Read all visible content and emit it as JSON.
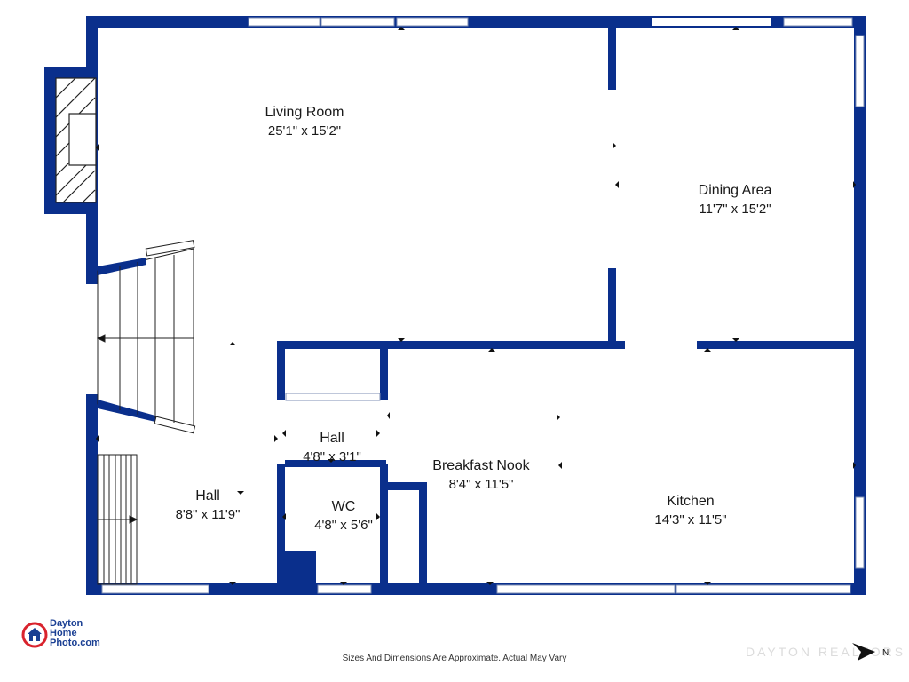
{
  "rooms": {
    "living": {
      "name": "Living Room",
      "dims": "25'1\" x 15'2\""
    },
    "dining": {
      "name": "Dining Area",
      "dims": "11'7\" x 15'2\""
    },
    "hall_small": {
      "name": "Hall",
      "dims": "4'8\" x 3'1\""
    },
    "breakfast": {
      "name": "Breakfast Nook",
      "dims": "8'4\" x 11'5\""
    },
    "hall_main": {
      "name": "Hall",
      "dims": "8'8\" x 11'9\""
    },
    "wc": {
      "name": "WC",
      "dims": "4'8\" x 5'6\""
    },
    "kitchen": {
      "name": "Kitchen",
      "dims": "14'3\" x 11'5\""
    }
  },
  "disclaimer": "Sizes And Dimensions Are Approximate. Actual May Vary",
  "brand": {
    "line1": "Dayton",
    "line2": "Home",
    "line3": "Photo.com"
  },
  "watermark": "DAYTON REALTORS",
  "compass_label": "N",
  "colors": {
    "wall": "#0a2f8c",
    "window": "#ffffff",
    "brand": "#1a3f93",
    "logo_red": "#d9232d"
  }
}
